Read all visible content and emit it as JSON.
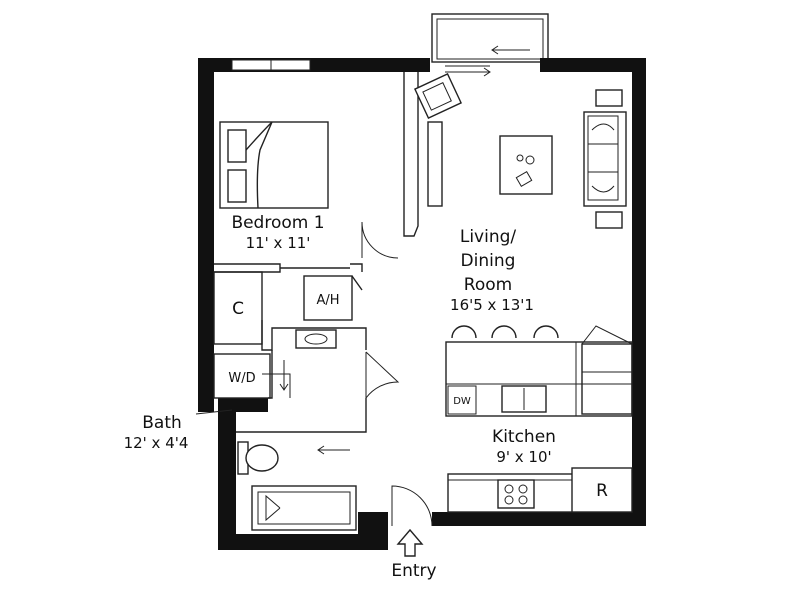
{
  "rooms": {
    "bedroom": {
      "name": "Bedroom 1",
      "size": "11' x 11'"
    },
    "living": {
      "line1": "Living/",
      "line2": "Dining",
      "line3": "Room",
      "size": "16'5 x 13'1"
    },
    "kitchen": {
      "name": "Kitchen",
      "size": "9' x 10'"
    },
    "bath": {
      "name": "Bath",
      "size": "12' x 4'4"
    }
  },
  "fixtures": {
    "closet": "C",
    "ah": "A/H",
    "wd": "W/D",
    "dw": "DW",
    "fridge": "R"
  },
  "entry": {
    "label": "Entry"
  },
  "icons": [
    "entry-arrow-icon",
    "sliding-door-arrow-icon",
    "door-swing-icon"
  ]
}
